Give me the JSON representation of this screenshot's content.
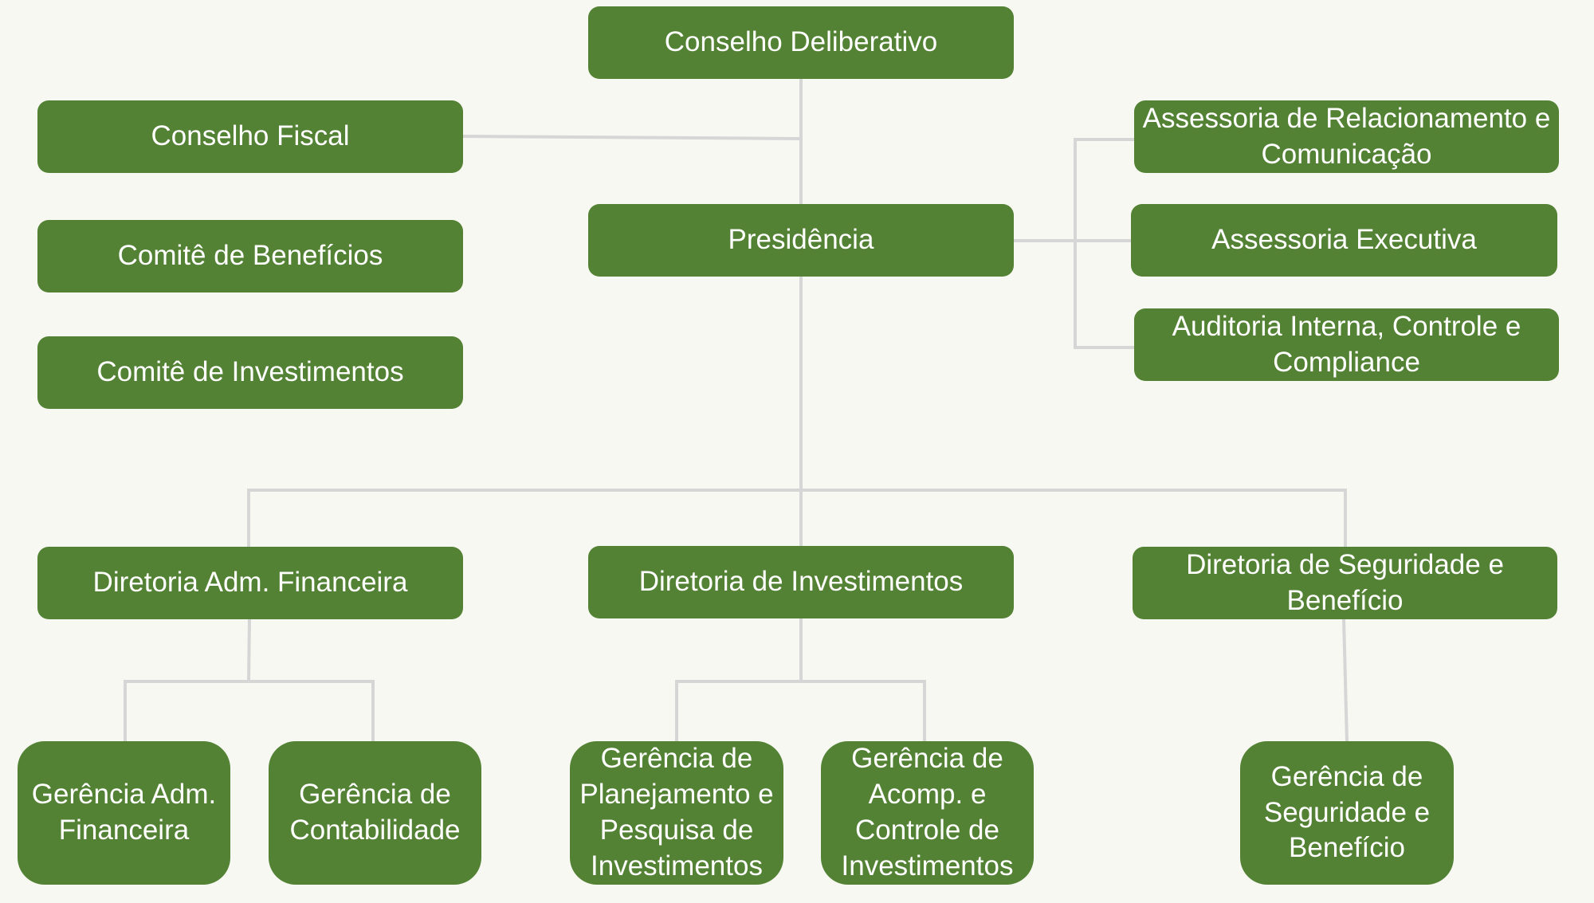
{
  "colors": {
    "box": "#548235",
    "text": "#ffffff",
    "connector": "#d6d6d6",
    "background": "#f7f8f1"
  },
  "units": {
    "conselho_deliberativo": "Conselho Deliberativo",
    "conselho_fiscal": "Conselho Fiscal",
    "comite_beneficios": "Comitê de Benefícios",
    "comite_investimentos": "Comitê de Investimentos",
    "presidencia": "Presidência",
    "assessoria_relacionamento": "Assessoria de Relacionamento e Comunicação",
    "assessoria_executiva": "Assessoria Executiva",
    "auditoria_interna": "Auditoria Interna, Controle e Compliance",
    "diretoria_adm_financeira": "Diretoria Adm. Financeira",
    "diretoria_investimentos": "Diretoria de Investimentos",
    "diretoria_seguridade": "Diretoria de Seguridade e Benefício",
    "gerencia_adm_financeira": "Gerência Adm. Financeira",
    "gerencia_contabilidade": "Gerência de Contabilidade",
    "gerencia_planejamento": "Gerência de Planejamento e Pesquisa de Investimentos",
    "gerencia_acomp_controle": "Gerência de Acomp. e Controle de Investimentos",
    "gerencia_seguridade": "Gerência de Seguridade e Benefício"
  }
}
